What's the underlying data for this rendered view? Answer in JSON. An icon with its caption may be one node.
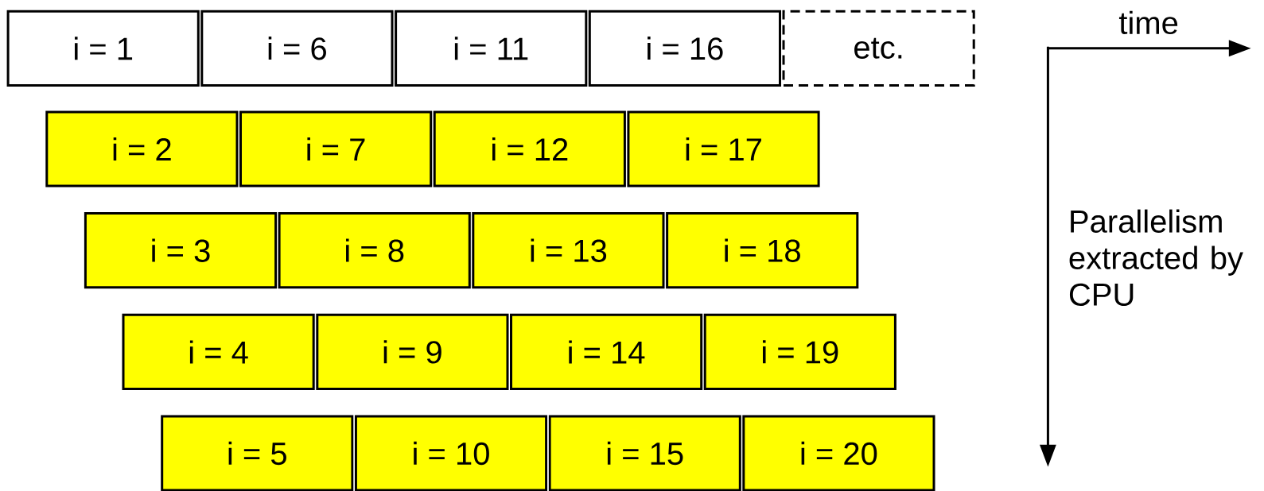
{
  "diagram": {
    "nodes": [
      {
        "text": [
          "i = 1"
        ]
      },
      {
        "text": [
          "i = 6"
        ]
      },
      {
        "text": [
          "i = 11"
        ]
      },
      {
        "text": [
          "i = 16"
        ]
      },
      {
        "text": [
          "etc."
        ]
      },
      {
        "text": [
          "i = 2"
        ]
      },
      {
        "text": [
          "i = 7"
        ]
      },
      {
        "text": [
          "i = 12"
        ]
      },
      {
        "text": [
          "i = 17"
        ]
      },
      {
        "text": [
          "i = 3"
        ]
      },
      {
        "text": [
          "i = 8"
        ]
      },
      {
        "text": [
          "i = 13"
        ]
      },
      {
        "text": [
          "i = 18"
        ]
      },
      {
        "text": [
          "i = 4"
        ]
      },
      {
        "text": [
          "i = 9"
        ]
      },
      {
        "text": [
          "i = 14"
        ]
      },
      {
        "text": [
          "i = 19"
        ]
      },
      {
        "text": [
          "i = 5"
        ]
      },
      {
        "text": [
          "i = 10"
        ]
      },
      {
        "text": [
          "i = 15"
        ]
      },
      {
        "text": [
          "i = 20"
        ]
      }
    ],
    "labels": [
      "time",
      "Parallelism extracted by CPU"
    ]
  }
}
